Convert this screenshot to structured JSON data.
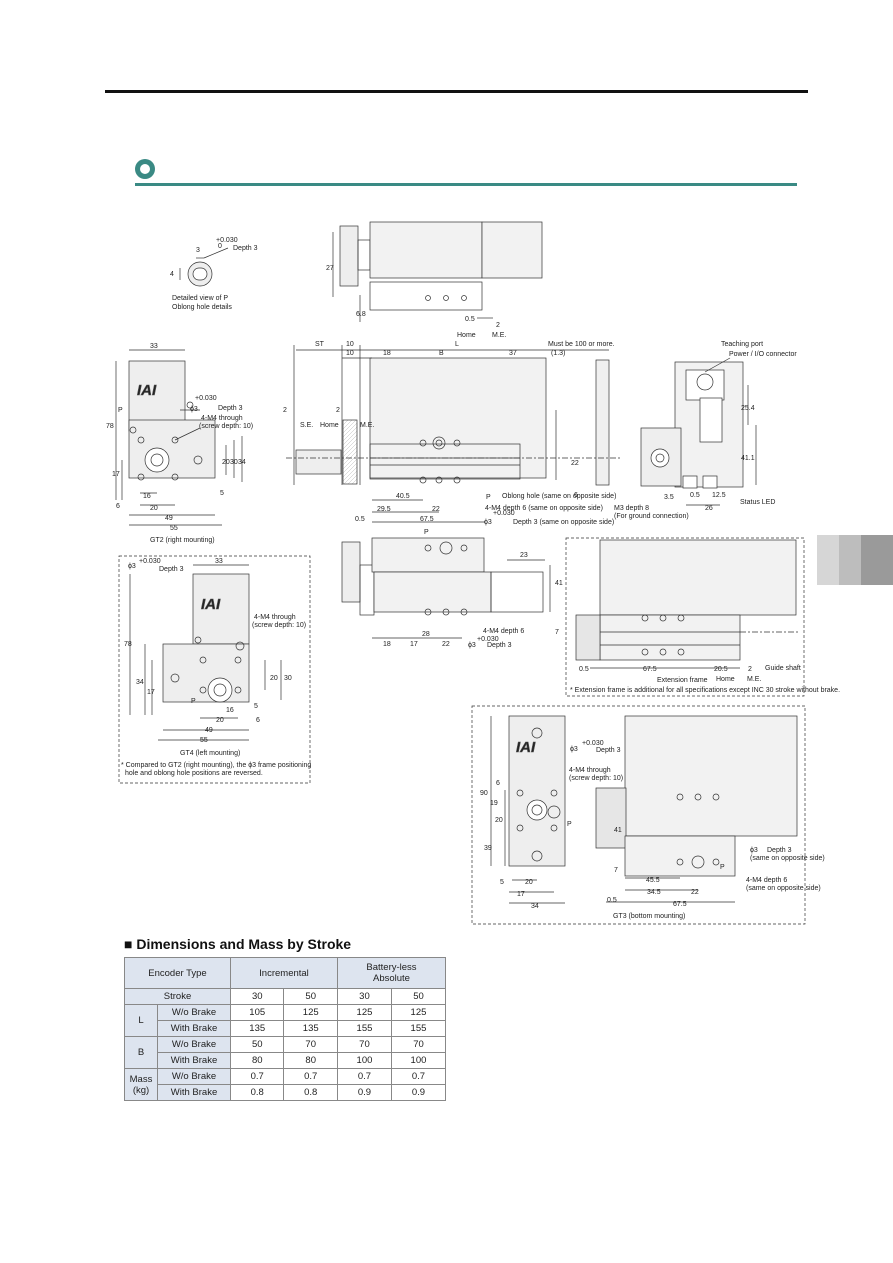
{
  "section": {
    "icon": "ring-icon"
  },
  "drawings": {
    "detail_p": {
      "caption1": "Detailed view of P",
      "caption2": "Oblong hole details",
      "depth": "Depth 3",
      "tol": "+0.030",
      "tol0": "0",
      "d3": "3",
      "d4": "4"
    },
    "gt2": {
      "caption": "GT2 (right mounting)",
      "logo": "IAI",
      "depth": "Depth 3",
      "phi": "ϕ3",
      "tol": "+0.030",
      "screw1": "4-M4 through",
      "screw2": "(screw depth: 10)",
      "p": "P",
      "d33": "33",
      "d78": "78",
      "d17": "17",
      "d16": "16",
      "d20": "20",
      "d49": "49",
      "d55": "55",
      "d6": "6",
      "d5": "5",
      "d30": "30",
      "d34": "34",
      "d20v": "20"
    },
    "gt4": {
      "caption": "GT4 (left mounting)",
      "logo": "IAI",
      "depth": "Depth 3",
      "phi": "ϕ3",
      "tol": "+0.030",
      "screw1": "4-M4 through",
      "screw2": "(screw depth: 10)",
      "p": "P",
      "d33": "33",
      "d78": "78",
      "d34": "34",
      "d17": "17",
      "d20": "20",
      "d16": "16",
      "d49": "49",
      "d55": "55",
      "d6": "6",
      "d5": "5",
      "d30": "30",
      "d20v": "20",
      "note1": "* Compared to GT2 (right mounting), the ϕ3 frame positioning",
      "note2": "hole and oblong hole positions are reversed."
    },
    "main": {
      "d27": "27",
      "d68": "6.8",
      "d05": "0.5",
      "home": "Home",
      "me": "M.E.",
      "se": "S.E.",
      "d2": "2",
      "st": "ST",
      "d10a": "10",
      "d10b": "10",
      "d18": "18",
      "b": "B",
      "l": "L",
      "d37": "37",
      "must": "Must be 100 or more.",
      "d13": "(1.3)",
      "d22": "22",
      "d6": "6",
      "oblong": "Oblong hole (same on opposite side)",
      "m4": "4-M4 depth 6 (same on opposite side)",
      "phi": "ϕ3",
      "depth": "Depth 3 (same on opposite side)",
      "tol": "+0.030",
      "d405": "40.5",
      "d295": "29.5",
      "d22b": "22",
      "d675": "67.5",
      "p": "P"
    },
    "side": {
      "teach": "Teaching port",
      "power": "Power / I/O connector",
      "d254": "25.4",
      "d411": "41.1",
      "d35": "3.5",
      "d05": "0.5",
      "d125": "12.5",
      "d26": "26",
      "status": "Status LED",
      "m3": "M3 depth 8",
      "ground": "(For ground connection)"
    },
    "lower": {
      "p": "P",
      "d23": "23",
      "d41": "41",
      "d7": "7",
      "d18": "18",
      "d17": "17",
      "d28": "28",
      "d22": "22",
      "m4": "4-M4 depth 6",
      "phi": "ϕ3",
      "depth": "Depth 3",
      "tol": "+0.030"
    },
    "ext": {
      "d05": "0.5",
      "d675": "67.5",
      "d205": "20.5",
      "d2": "2",
      "home": "Home",
      "me": "M.E.",
      "ext": "Extension frame",
      "guide": "Guide shaft",
      "note": "* Extension frame is additional for all specifications except INC 30 stroke without brake."
    },
    "gt3": {
      "caption": "GT3 (bottom mounting)",
      "logo": "IAI",
      "phi": "ϕ3",
      "depth": "Depth 3",
      "tol": "+0.030",
      "screw1": "4-M4 through",
      "screw2": "(screw depth: 10)",
      "p": "P",
      "d90": "90",
      "d39": "39",
      "d20": "20",
      "d19": "19",
      "d6": "6",
      "d41": "41",
      "d7": "7",
      "d5": "5",
      "d20b": "20",
      "d17": "17",
      "d34": "34",
      "d455": "45.5",
      "d345": "34.5",
      "d22": "22",
      "d05": "0.5",
      "d675": "67.5",
      "depth2": "Depth 3",
      "same1": "(same on opposite side)",
      "m4": "4-M4 depth 6",
      "same2": "(same on opposite side)"
    }
  },
  "table": {
    "title": "Dimensions and Mass by Stroke",
    "encoder_type": "Encoder Type",
    "incremental": "Incremental",
    "battery": "Battery-less",
    "absolute": "Absolute",
    "stroke_label": "Stroke",
    "strokes": [
      "30",
      "50",
      "30",
      "50"
    ],
    "rows": [
      {
        "group": "L",
        "sub": "W/o Brake",
        "values": [
          "105",
          "125",
          "125",
          "125"
        ]
      },
      {
        "group": "",
        "sub": "With Brake",
        "values": [
          "135",
          "135",
          "155",
          "155"
        ]
      },
      {
        "group": "B",
        "sub": "W/o Brake",
        "values": [
          "50",
          "70",
          "70",
          "70"
        ]
      },
      {
        "group": "",
        "sub": "With Brake",
        "values": [
          "80",
          "80",
          "100",
          "100"
        ]
      },
      {
        "group": "Mass",
        "group2": "(kg)",
        "sub": "W/o Brake",
        "values": [
          "0.7",
          "0.7",
          "0.7",
          "0.7"
        ]
      },
      {
        "group": "",
        "sub": "With Brake",
        "values": [
          "0.8",
          "0.8",
          "0.9",
          "0.9"
        ]
      }
    ]
  }
}
